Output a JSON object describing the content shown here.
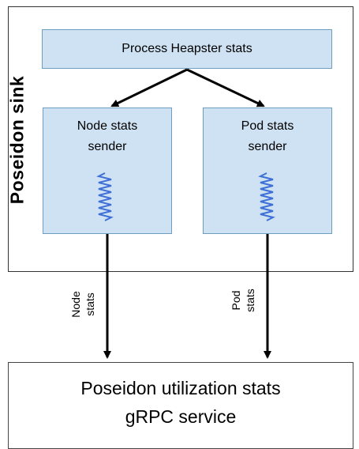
{
  "sink": {
    "label": "Poseidon sink"
  },
  "process": {
    "label": "Process Heapster stats"
  },
  "node_sender": {
    "line1": "Node stats",
    "line2": "sender",
    "icon": "spring-icon"
  },
  "pod_sender": {
    "line1": "Pod stats",
    "line2": "sender",
    "icon": "spring-icon"
  },
  "node_stream": {
    "line1": "Node",
    "line2": "stats"
  },
  "pod_stream": {
    "line1": "Pod",
    "line2": "stats"
  },
  "service": {
    "line1": "Poseidon utilization stats",
    "line2": "gRPC service"
  },
  "colors": {
    "box_fill": "#cfe2f3",
    "box_border": "#6d9ebe",
    "spring": "#3d6fd6",
    "arrow": "#000000"
  }
}
